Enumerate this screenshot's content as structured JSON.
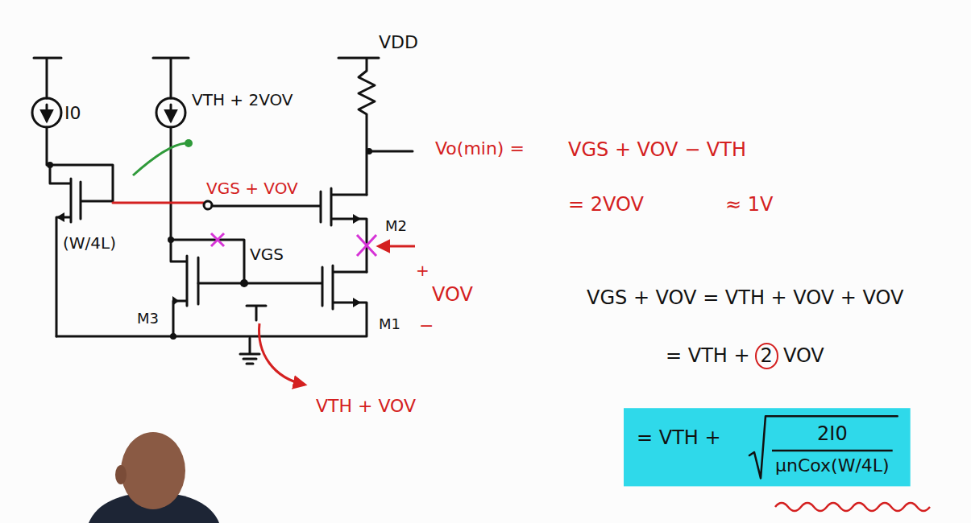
{
  "diagram": {
    "labels": [
      "VDD",
      "I0",
      "VTH + 2VOV",
      "(W/4L)",
      "VGS + VOV",
      "VGS",
      "M2",
      "M3",
      "M1",
      "+",
      "VOV",
      "−",
      "VTH + VOV",
      "Vo(min) =",
      "VGS + VOV − VTH",
      "= 2VOV",
      "≈ 1V",
      "VGS + VOV = VTH + VOV + VOV",
      "= VTH +",
      "2",
      "VOV",
      "= VTH +",
      "2I0",
      "μnCox(W/4L)"
    ]
  }
}
